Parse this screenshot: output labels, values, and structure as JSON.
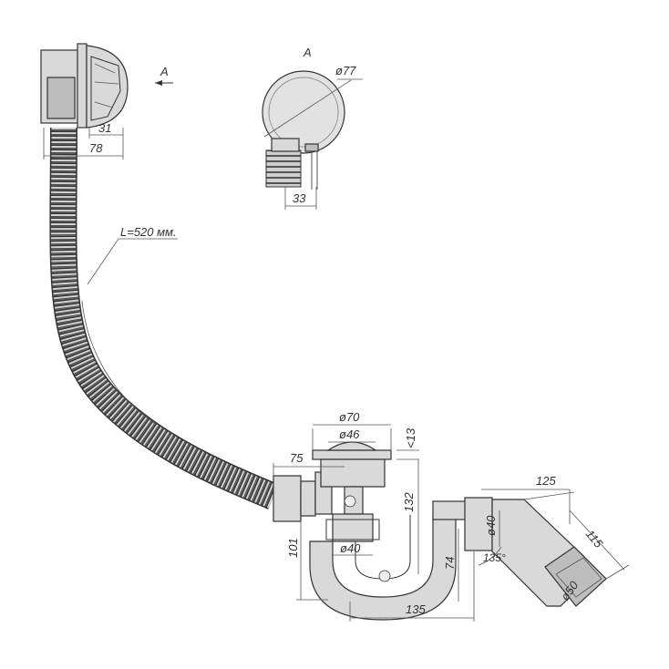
{
  "view_label": "A",
  "arrow_label": "A",
  "hose_length_label": "L=520 мм.",
  "dims": {
    "d77": "ø77",
    "w33": "33",
    "w31": "31",
    "w78": "78",
    "d70": "ø70",
    "d46": "ø46",
    "lt13": "<13",
    "w75": "75",
    "h132": "132",
    "h101": "101",
    "d40_mid": "ø40",
    "h74": "74",
    "w135": "135",
    "w125": "125",
    "d40_side": "ø40",
    "a135": "135°",
    "h115": "115",
    "d50": "ø50"
  }
}
